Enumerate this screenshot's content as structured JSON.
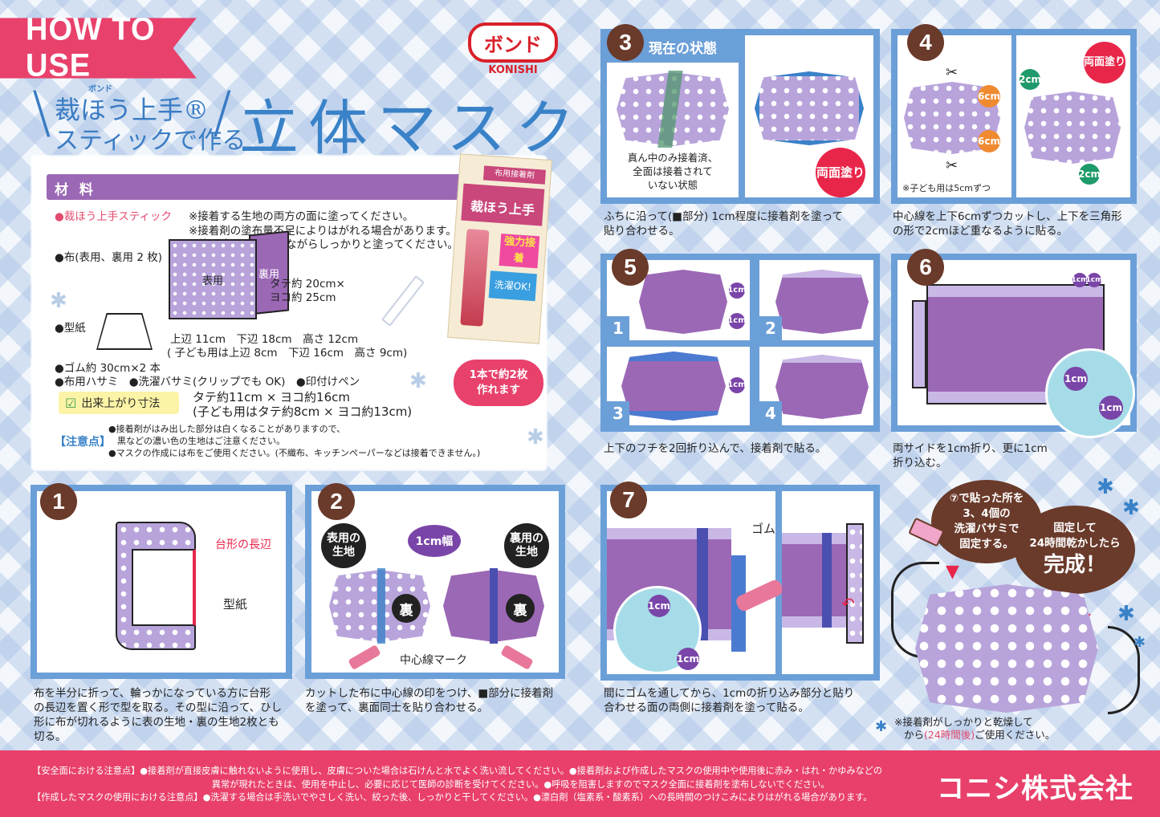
{
  "header": {
    "how_to_use": "HOW TO USE",
    "brand_logo": "ボンド",
    "brand_sub": "KONISHI",
    "product_brand_small": "ボンド",
    "product_name_line1": "裁ほう上手®",
    "product_name_line2": "スティックで作る",
    "title": "立体マスク"
  },
  "materials": {
    "heading": "材 料",
    "stick_label": "●裁ほう上手スティック",
    "stick_notes": [
      "※接着する生地の両方の面に塗ってください。",
      "※接着剤の塗布量不足によりはがれる場合があります。",
      "染み出しに注意しながらしっかりと塗ってください。"
    ],
    "fabric_label": "●布(表用、裏用 2 枚)",
    "fabric_front": "表用",
    "fabric_back": "裏用",
    "fabric_size": [
      "タテ約 20cm×",
      "ヨコ約 25cm"
    ],
    "pattern_label": "●型紙",
    "pattern_size": [
      "上辺 11cm　下辺 18cm　高さ 12cm",
      "( 子ども用は上辺 8cm　下辺 16cm　高さ 9cm)"
    ],
    "rubber": "●ゴム約 30cm×2 本",
    "tools": "●布用ハサミ　●洗濯バサミ(クリップでも OK)　●印付けペン",
    "finish_label": "出来上がり寸法",
    "finish_size": [
      "タテ約11cm × ヨコ約16cm",
      "(子ども用はタテ約8cm × ヨコ約13cm)"
    ],
    "caution_label": "【注意点】",
    "caution_lines": [
      "●接着剤がはみ出した部分は白くなることがありますので、",
      "　黒などの濃い色の生地はご注意ください。",
      "●マスクの作成には布をご使用ください。(不織布、キッチンペーパーなどは接着できません。)"
    ]
  },
  "product_package": {
    "category": "布用接着剤",
    "name": "裁ほう上手",
    "sub": "スティック",
    "badge_strong": "強力接着",
    "badge_wash": "洗濯OK!",
    "bubble": [
      "1本で約2枚",
      "作れます"
    ]
  },
  "steps": [
    {
      "number": "1",
      "labels": {
        "long_edge": "台形の長辺",
        "pattern": "型紙"
      },
      "caption": [
        "布を半分に折って、輪っかになっている方に台形",
        "の長辺を置く形で型を取る。その型に沿って、ひし",
        "形に布が切れるように表の生地・裏の生地2枚とも",
        "切る。"
      ]
    },
    {
      "number": "2",
      "labels": {
        "front_fabric": "表用の生地",
        "back_fabric": "裏用の生地",
        "width": "1cm幅",
        "ura": "裏",
        "center_mark": "中心線マーク"
      },
      "caption": [
        "カットした布に中心線の印をつけ、■部分に接着剤",
        "を塗って、裏面同士を貼り合わせる。"
      ]
    },
    {
      "number": "3",
      "title": "現在の状態",
      "labels": {
        "state_note": [
          "真ん中のみ接着済、",
          "全面は接着されて",
          "いない状態"
        ],
        "both_sides": [
          "両面",
          "塗り"
        ]
      },
      "caption": [
        "ふちに沿って(■部分) 1cm程度に接着剤を塗って",
        "貼り合わせる。"
      ]
    },
    {
      "number": "4",
      "labels": {
        "six_cm": "6cm",
        "two_cm": "2cm",
        "both_sides": [
          "両面",
          "塗り"
        ],
        "child_note": "※子ども用は5cmずつ"
      },
      "caption": [
        "中心線を上下6cmずつカットし、上下を三角形",
        "の形で2cmほど重なるように貼る。"
      ]
    },
    {
      "number": "5",
      "sub_steps": [
        "1",
        "2",
        "3",
        "4"
      ],
      "labels": {
        "one_cm": "1cm"
      },
      "caption": [
        "上下のフチを2回折り込んで、接着剤で貼る。"
      ]
    },
    {
      "number": "6",
      "labels": {
        "one_cm": "1cm"
      },
      "caption": [
        "両サイドを1cm折り、更に1cm",
        "折り込む。"
      ]
    },
    {
      "number": "7",
      "labels": {
        "rubber": "ゴム",
        "one_cm": "1cm"
      },
      "caption": [
        "間にゴムを通してから、1cmの折り込み部分と貼り",
        "合わせる面の両側に接着剤を塗って貼る。"
      ]
    }
  ],
  "final": {
    "bubble_left": [
      "⑦で貼った所を",
      "3、4個の",
      "洗濯バサミで",
      "固定する。"
    ],
    "bubble_right": [
      "固定して",
      "24時間乾かしたら"
    ],
    "done": "完成！",
    "note_line1": "※接着剤がしっかりと乾燥して",
    "note_line2_pre": "から",
    "note_line2_red": "(24時間後)",
    "note_line2_post": "ご使用ください。"
  },
  "footer": {
    "lines": [
      "【安全面における注意点】●接着剤が直接皮膚に触れないように使用し、皮膚についた場合は石けんと水でよく洗い流してください。●接着剤および作成したマスクの使用中や使用後に赤み・はれ・かゆみなどの",
      "　　　　　　　　　　　　　　　　　　　　異常が現れたときは、使用を中止し、必要に応じて医師の診断を受けてください。●呼吸を阻害しますのでマスク全面に接着剤を塗布しないでください。",
      "【作成したマスクの使用における注意点】●洗濯する場合は手洗いでやさしく洗い、絞った後、しっかりと干してください。●漂白剤（塩素系・酸素系）への長時間のつけこみによりはがれる場合があります。"
    ],
    "company": "コニシ株式会社"
  },
  "colors": {
    "accent_pink": "#e8416c",
    "frame_blue": "#6b9fd8",
    "title_blue": "#3a82c8",
    "purple": "#9b68b5",
    "lavender": "#b8a4db",
    "badge_brown": "#6a3a2a",
    "red": "#e8264a"
  }
}
